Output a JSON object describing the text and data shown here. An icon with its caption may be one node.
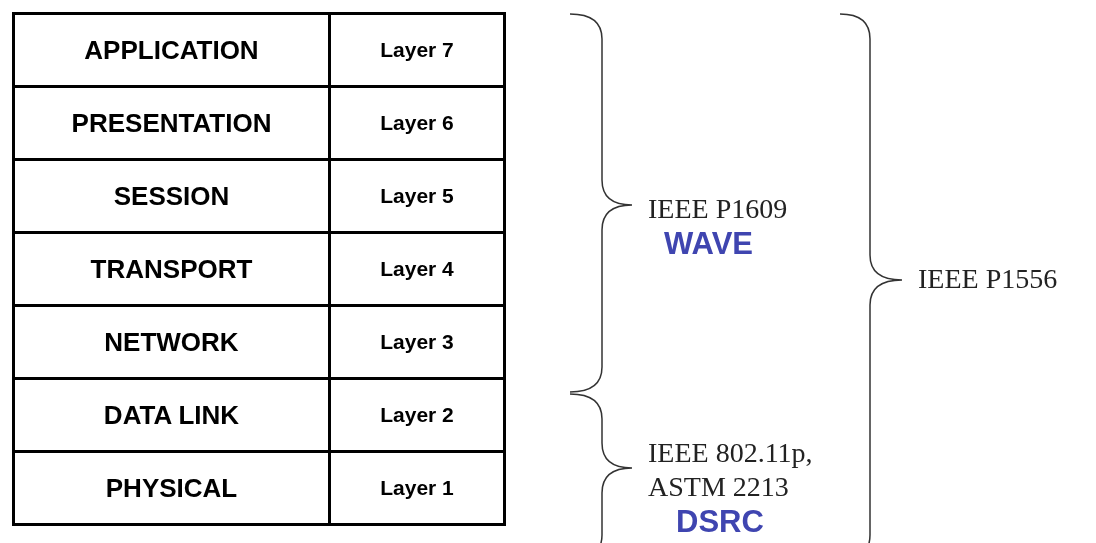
{
  "diagram": {
    "labels": [
      "APPLICATION",
      "Layer 7",
      "PRESENTATION",
      "Layer 6",
      "SESSION",
      "Layer 5",
      "TRANSPORT",
      "Layer 4",
      "NETWORK",
      "Layer 3",
      "DATA LINK",
      "Layer 2",
      "PHYSICAL",
      "Layer 1",
      "IEEE P1609",
      "WAVE",
      "IEEE 802.11p, ASTM 2213",
      "DSRC",
      "IEEE P1556"
    ]
  }
}
